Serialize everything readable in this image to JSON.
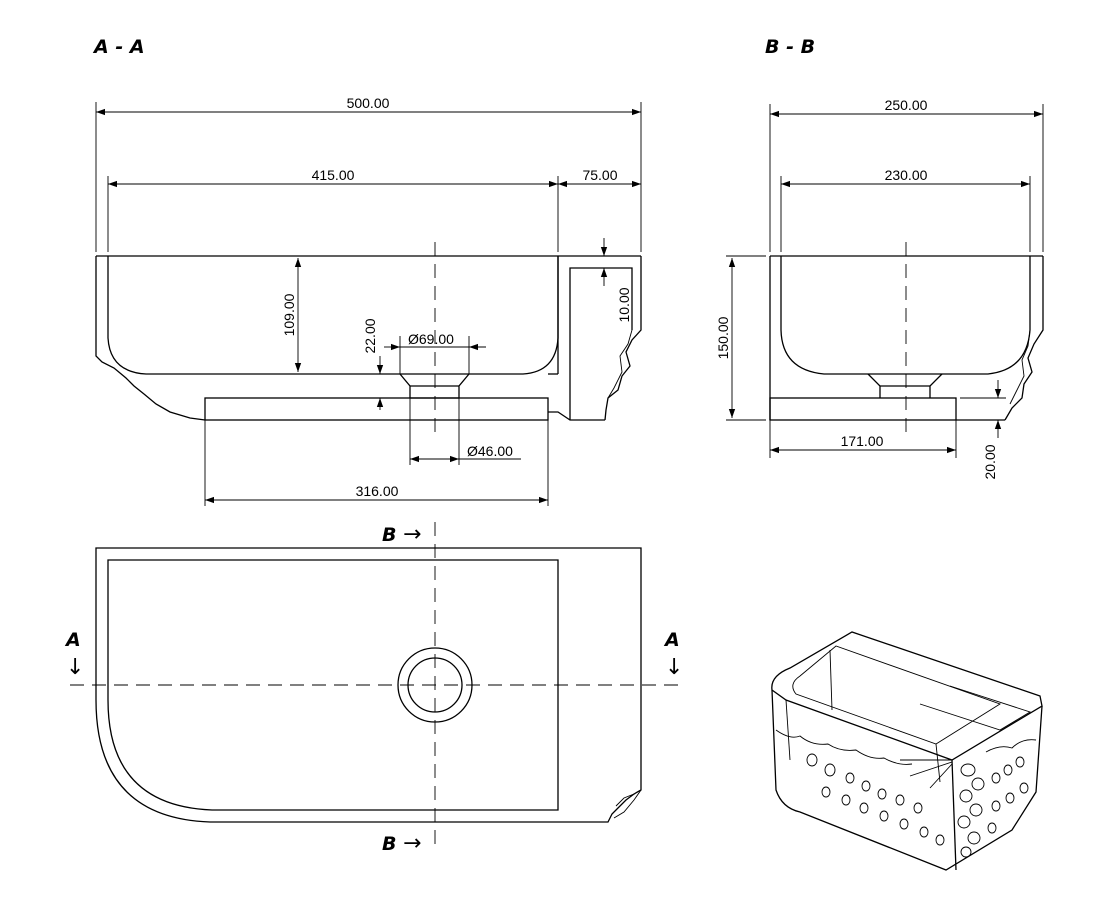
{
  "sections": {
    "aa_title": "A - A",
    "bb_title": "B - B",
    "mark_a": "A",
    "mark_b": "B",
    "arrow_down": "↓",
    "arrow_right": "→"
  },
  "dimensions": {
    "aa_overall_width": "500.00",
    "aa_basin_width": "415.00",
    "aa_shelf_width": "75.00",
    "aa_basin_depth": "109.00",
    "aa_drain_top": "22.00",
    "aa_drain_outer": "Ø69.00",
    "aa_shelf_step": "10.00",
    "aa_drain_inner": "Ø46.00",
    "aa_base_width": "316.00",
    "bb_overall_width": "250.00",
    "bb_basin_width": "230.00",
    "bb_total_height": "150.00",
    "bb_base_width": "171.00",
    "bb_base_height": "20.00"
  }
}
